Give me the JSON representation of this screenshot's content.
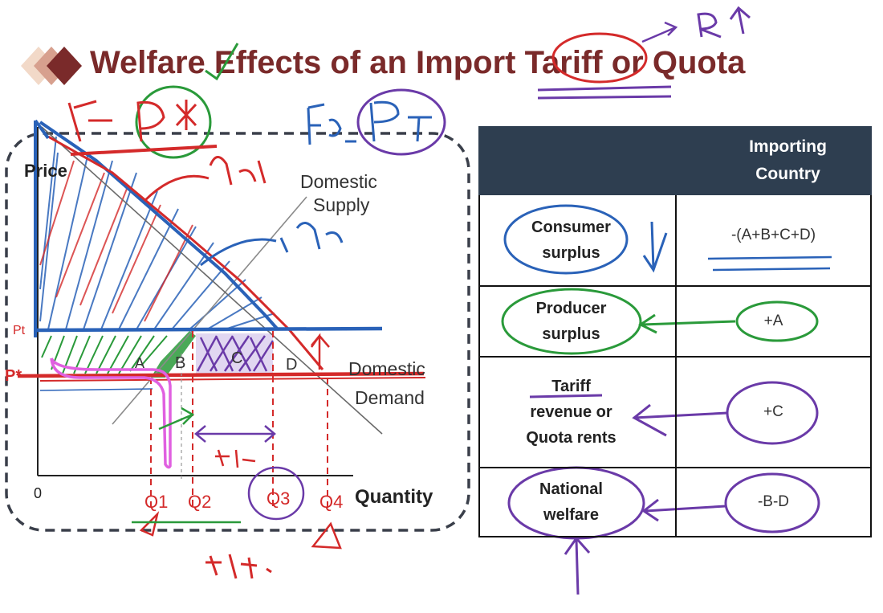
{
  "slide": {
    "title": "Welfare Effects of an Import Tariff or Quota"
  },
  "diagram": {
    "y_axis_label": "Price",
    "x_axis_label": "Quantity",
    "origin_label": "0",
    "supply_label_line1": "Domestic",
    "supply_label_line2": "Supply",
    "demand_label_line1": "Domestic",
    "demand_label_line2": "Demand",
    "area_labels": {
      "a": "A",
      "b": "B",
      "c": "C",
      "d": "D"
    },
    "price_labels": {
      "pt": "Pt",
      "p_star": "P*"
    },
    "quantity_labels": {
      "q1": "Q1",
      "q2": "Q2",
      "q3": "Q3",
      "q4": "Q4"
    }
  },
  "table": {
    "header_blank": "",
    "header_line1": "Importing",
    "header_line2": "Country",
    "rows": [
      {
        "label_line1": "Consumer",
        "label_line2": "surplus",
        "value": "-(A+B+C+D)"
      },
      {
        "label_line1": "Producer",
        "label_line2": "surplus",
        "value": "+A"
      },
      {
        "label_line1": "Tariff",
        "label_line2": "revenue or",
        "label_line3": "Quota rents",
        "value": "+C"
      },
      {
        "label_line1": "National",
        "label_line2": "welfare",
        "value": "-B-D"
      }
    ]
  },
  "colors": {
    "title": "#7a2a2a",
    "table_header_bg": "#2e3e50",
    "ink_red": "#d42a2a",
    "ink_blue": "#2a62b8",
    "ink_green": "#2a9a3a",
    "ink_purple": "#6a3aa8",
    "ink_magenta": "#e060e0"
  }
}
